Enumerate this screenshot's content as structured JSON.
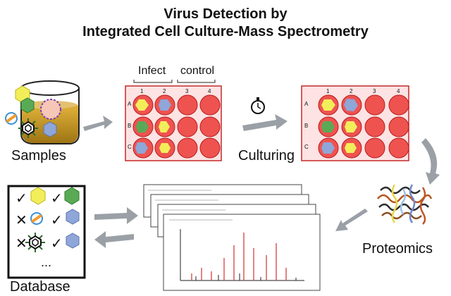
{
  "title": {
    "line1": "Virus Detection by",
    "line2": "Integrated Cell Culture-Mass Spectrometry"
  },
  "labels": {
    "samples": "Samples",
    "culturing": "Culturing",
    "proteomics": "Proteomics",
    "database": "Database",
    "infect": "Infect",
    "control": "control"
  },
  "plate": {
    "columns": [
      "1",
      "2",
      "3",
      "4"
    ],
    "rows": [
      "A",
      "B",
      "C"
    ]
  },
  "database": {
    "entries": [
      {
        "mark": "✓",
        "virus": "yellow-hexagon-icon"
      },
      {
        "mark": "✓",
        "virus": "green-hexagon-icon"
      },
      {
        "mark": "✕",
        "virus": "rod-virus-icon"
      },
      {
        "mark": "✓",
        "virus": "blue-hexagon-icon"
      },
      {
        "mark": "✕",
        "virus": "spiky-virus-icon"
      },
      {
        "mark": "✓",
        "virus": "small-blue-hexagon-icon"
      }
    ],
    "ellipsis": "..."
  },
  "colors": {
    "well_red": "#ef5350",
    "plate_border": "#c62828",
    "yellow": "#f2ee5a",
    "green": "#5aaa55",
    "blue": "#8fa6d8",
    "arrow": "#9aa0a6",
    "beaker_liquid": "#c89a25"
  }
}
